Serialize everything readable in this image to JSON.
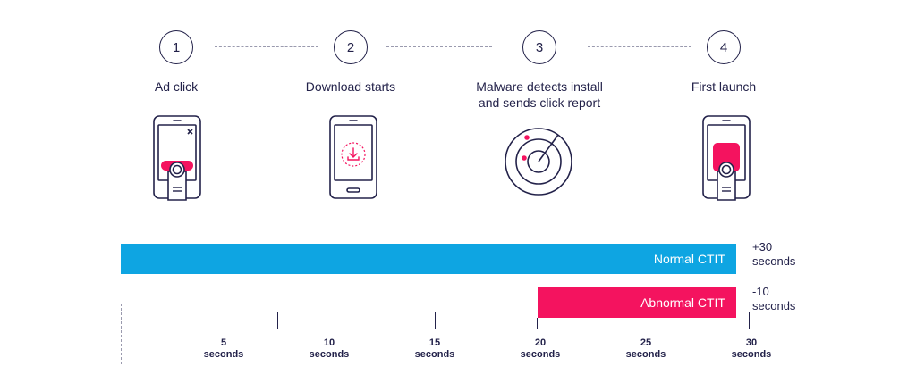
{
  "steps": [
    {
      "number": "1",
      "label": "Ad click"
    },
    {
      "number": "2",
      "label": "Download starts"
    },
    {
      "number": "3",
      "label_line1": "Malware detects install",
      "label_line2": "and sends click report"
    },
    {
      "number": "4",
      "label": "First launch"
    }
  ],
  "bars": {
    "normal": {
      "label": "Normal CTIT",
      "side_line1": "+30",
      "side_line2": "seconds"
    },
    "abnormal": {
      "label": "Abnormal CTIT",
      "side_line1": "-10",
      "side_line2": "seconds"
    }
  },
  "axis": {
    "ticks": [
      {
        "value": "5",
        "unit": "seconds"
      },
      {
        "value": "10",
        "unit": "seconds"
      },
      {
        "value": "15",
        "unit": "seconds"
      },
      {
        "value": "20",
        "unit": "seconds"
      },
      {
        "value": "25",
        "unit": "seconds"
      },
      {
        "value": "30",
        "unit": "seconds"
      }
    ]
  },
  "colors": {
    "navy": "#23224a",
    "blue": "#0ea5e2",
    "pink": "#f4135f"
  }
}
